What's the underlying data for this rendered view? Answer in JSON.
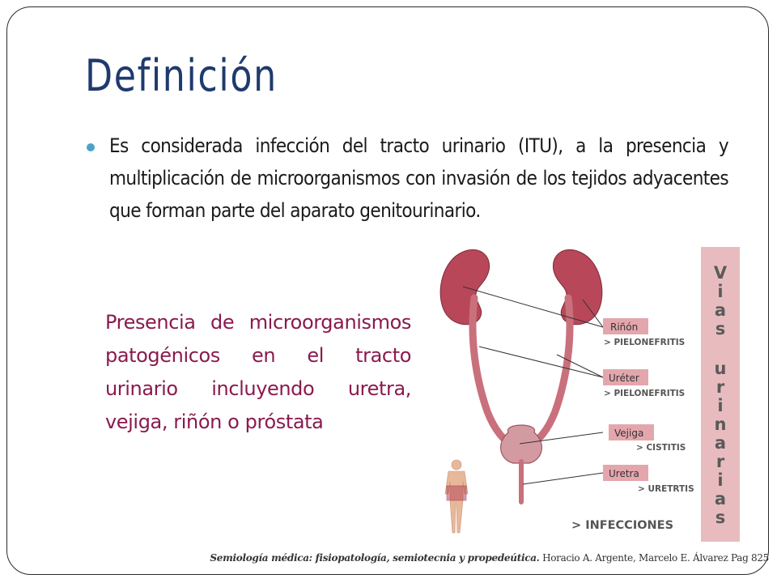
{
  "slide": {
    "title": "Definición",
    "bullet": "Es considerada infección del tracto urinario (ITU), a la presencia y multiplicación de microorganismos con invasión de los tejidos adyacentes que forman parte del aparato genitourinario.",
    "highlight": "Presencia de microorganismos patogénicos en el tracto urinario incluyendo uretra, vejiga, riñón o próstata",
    "citation_italic": "Semiología médica: fisiopatología, semiotecnia y propedeútica.",
    "citation_rest": " Horacio A. Argente, Marcelo E. Álvarez Pag 825"
  },
  "diagram": {
    "labels": [
      {
        "name": "Riñón",
        "condition": "> PIELONEFRITIS"
      },
      {
        "name": "Uréter",
        "condition": "> PIELONEFRITIS"
      },
      {
        "name": "Vejiga",
        "condition": "> CISTITIS"
      },
      {
        "name": "Uretra",
        "condition": "> URETRTIS"
      }
    ],
    "footer": "> INFECCIONES",
    "banner_letters": [
      "V",
      "i",
      "a",
      "s",
      "u",
      "r",
      "i",
      "n",
      "a",
      "r",
      "i",
      "a",
      "s"
    ],
    "colors": {
      "kidney": "#b8475a",
      "label_box": "#e4a6ad",
      "banner": "#e8bcbf",
      "condition_text": "#555555"
    }
  }
}
